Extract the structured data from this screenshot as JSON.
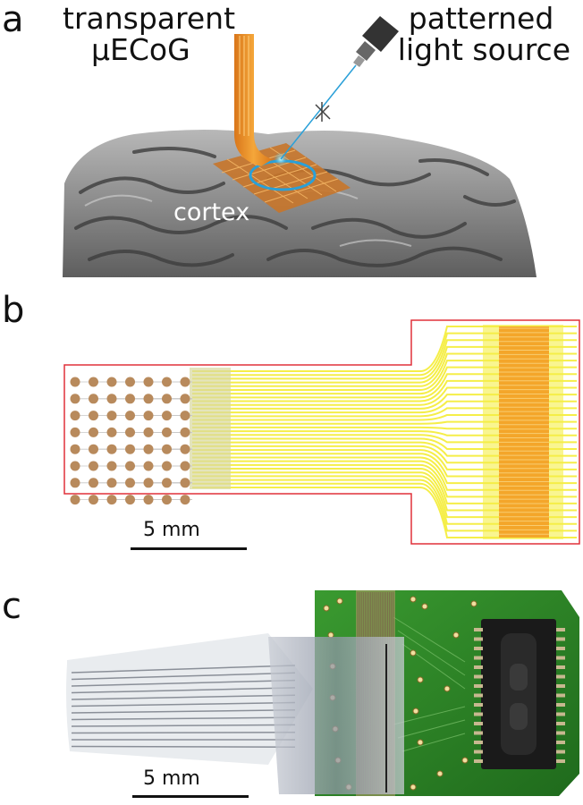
{
  "panels": {
    "a": {
      "letter": "a",
      "label_left_line1": "transparent",
      "label_left_line2": "μECoG",
      "label_right_line1": "patterned",
      "label_right_line2": "light source",
      "cortex_label": "cortex"
    },
    "b": {
      "letter": "b",
      "scale_label": "5 mm",
      "electrode_rows": 8,
      "electrode_cols": 7
    },
    "c": {
      "letter": "c",
      "scale_label": "5 mm"
    }
  },
  "colors": {
    "outline_red": "#e0303a",
    "trace_yellow": "#f5ee48",
    "pad_orange": "#f4a62a",
    "electrode_brown": "#b88a5c",
    "pcb_green": "#2f8a2a",
    "flex_orange": "#e88a20",
    "cortex_gray": "#8a8a8a",
    "laser_blue": "#2aa0d8"
  }
}
